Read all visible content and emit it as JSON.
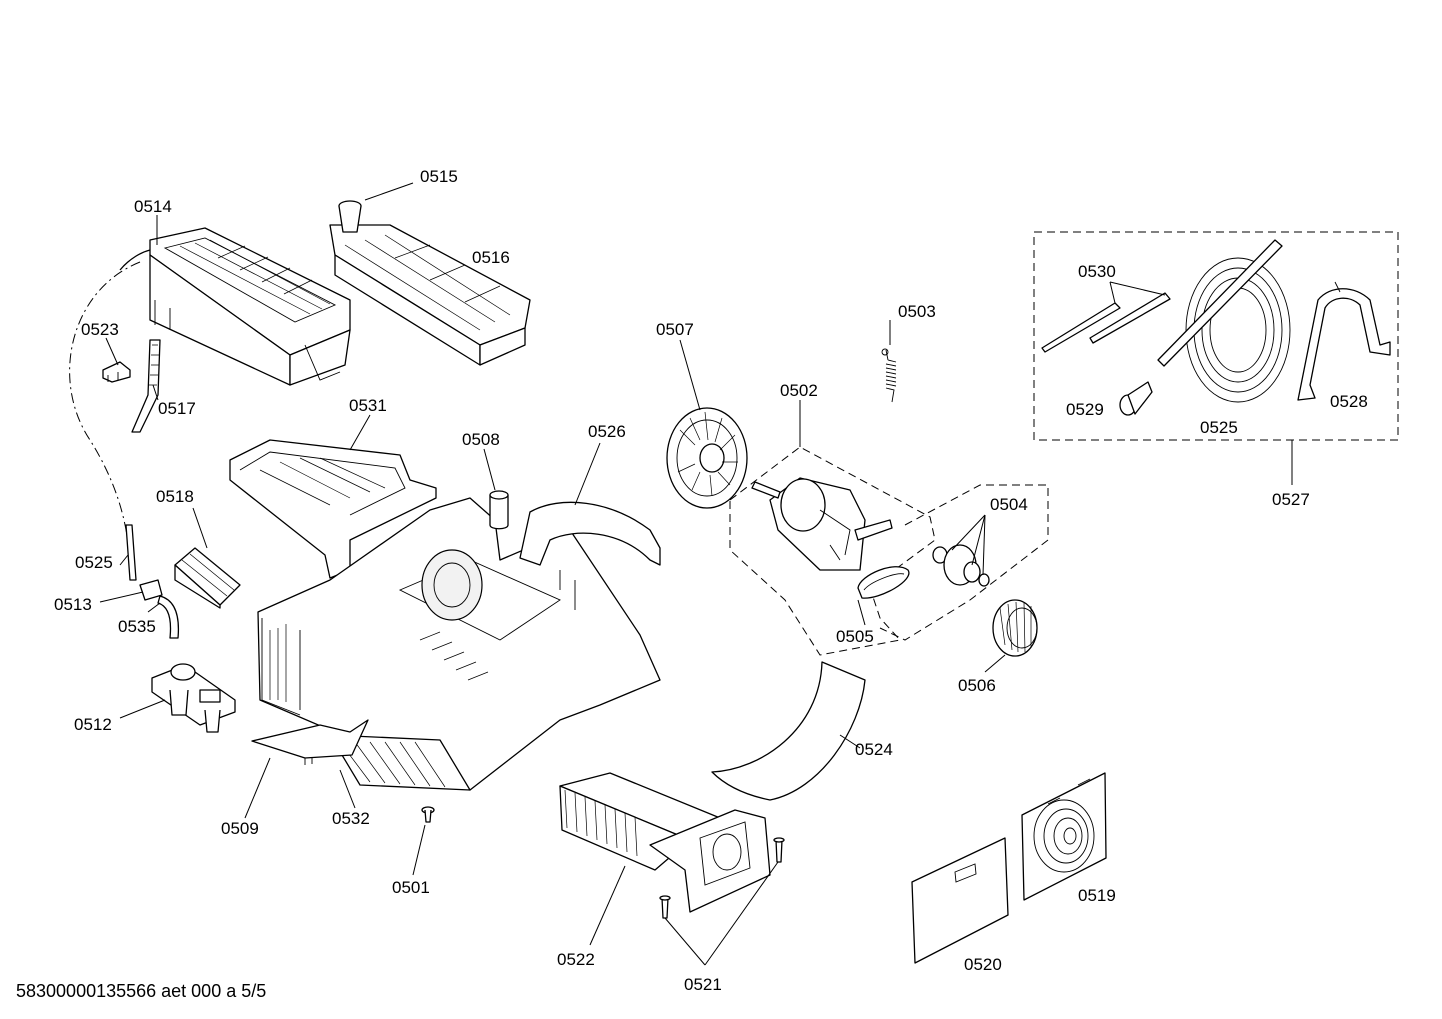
{
  "labels": {
    "p0501": "0501",
    "p0502": "0502",
    "p0503": "0503",
    "p0504": "0504",
    "p0505": "0505",
    "p0506": "0506",
    "p0507": "0507",
    "p0508": "0508",
    "p0509": "0509",
    "p0512": "0512",
    "p0513": "0513",
    "p0514": "0514",
    "p0515": "0515",
    "p0516": "0516",
    "p0517": "0517",
    "p0518": "0518",
    "p0519": "0519",
    "p0520": "0520",
    "p0521": "0521",
    "p0522": "0522",
    "p0523": "0523",
    "p0524": "0524",
    "p0525a": "0525",
    "p0525b": "0525",
    "p0526": "0526",
    "p0527": "0527",
    "p0528": "0528",
    "p0529": "0529",
    "p0530": "0530",
    "p0531": "0531",
    "p0532": "0532",
    "p0535": "0535"
  },
  "footer": "58300000135566 aet 000 a 5/5"
}
